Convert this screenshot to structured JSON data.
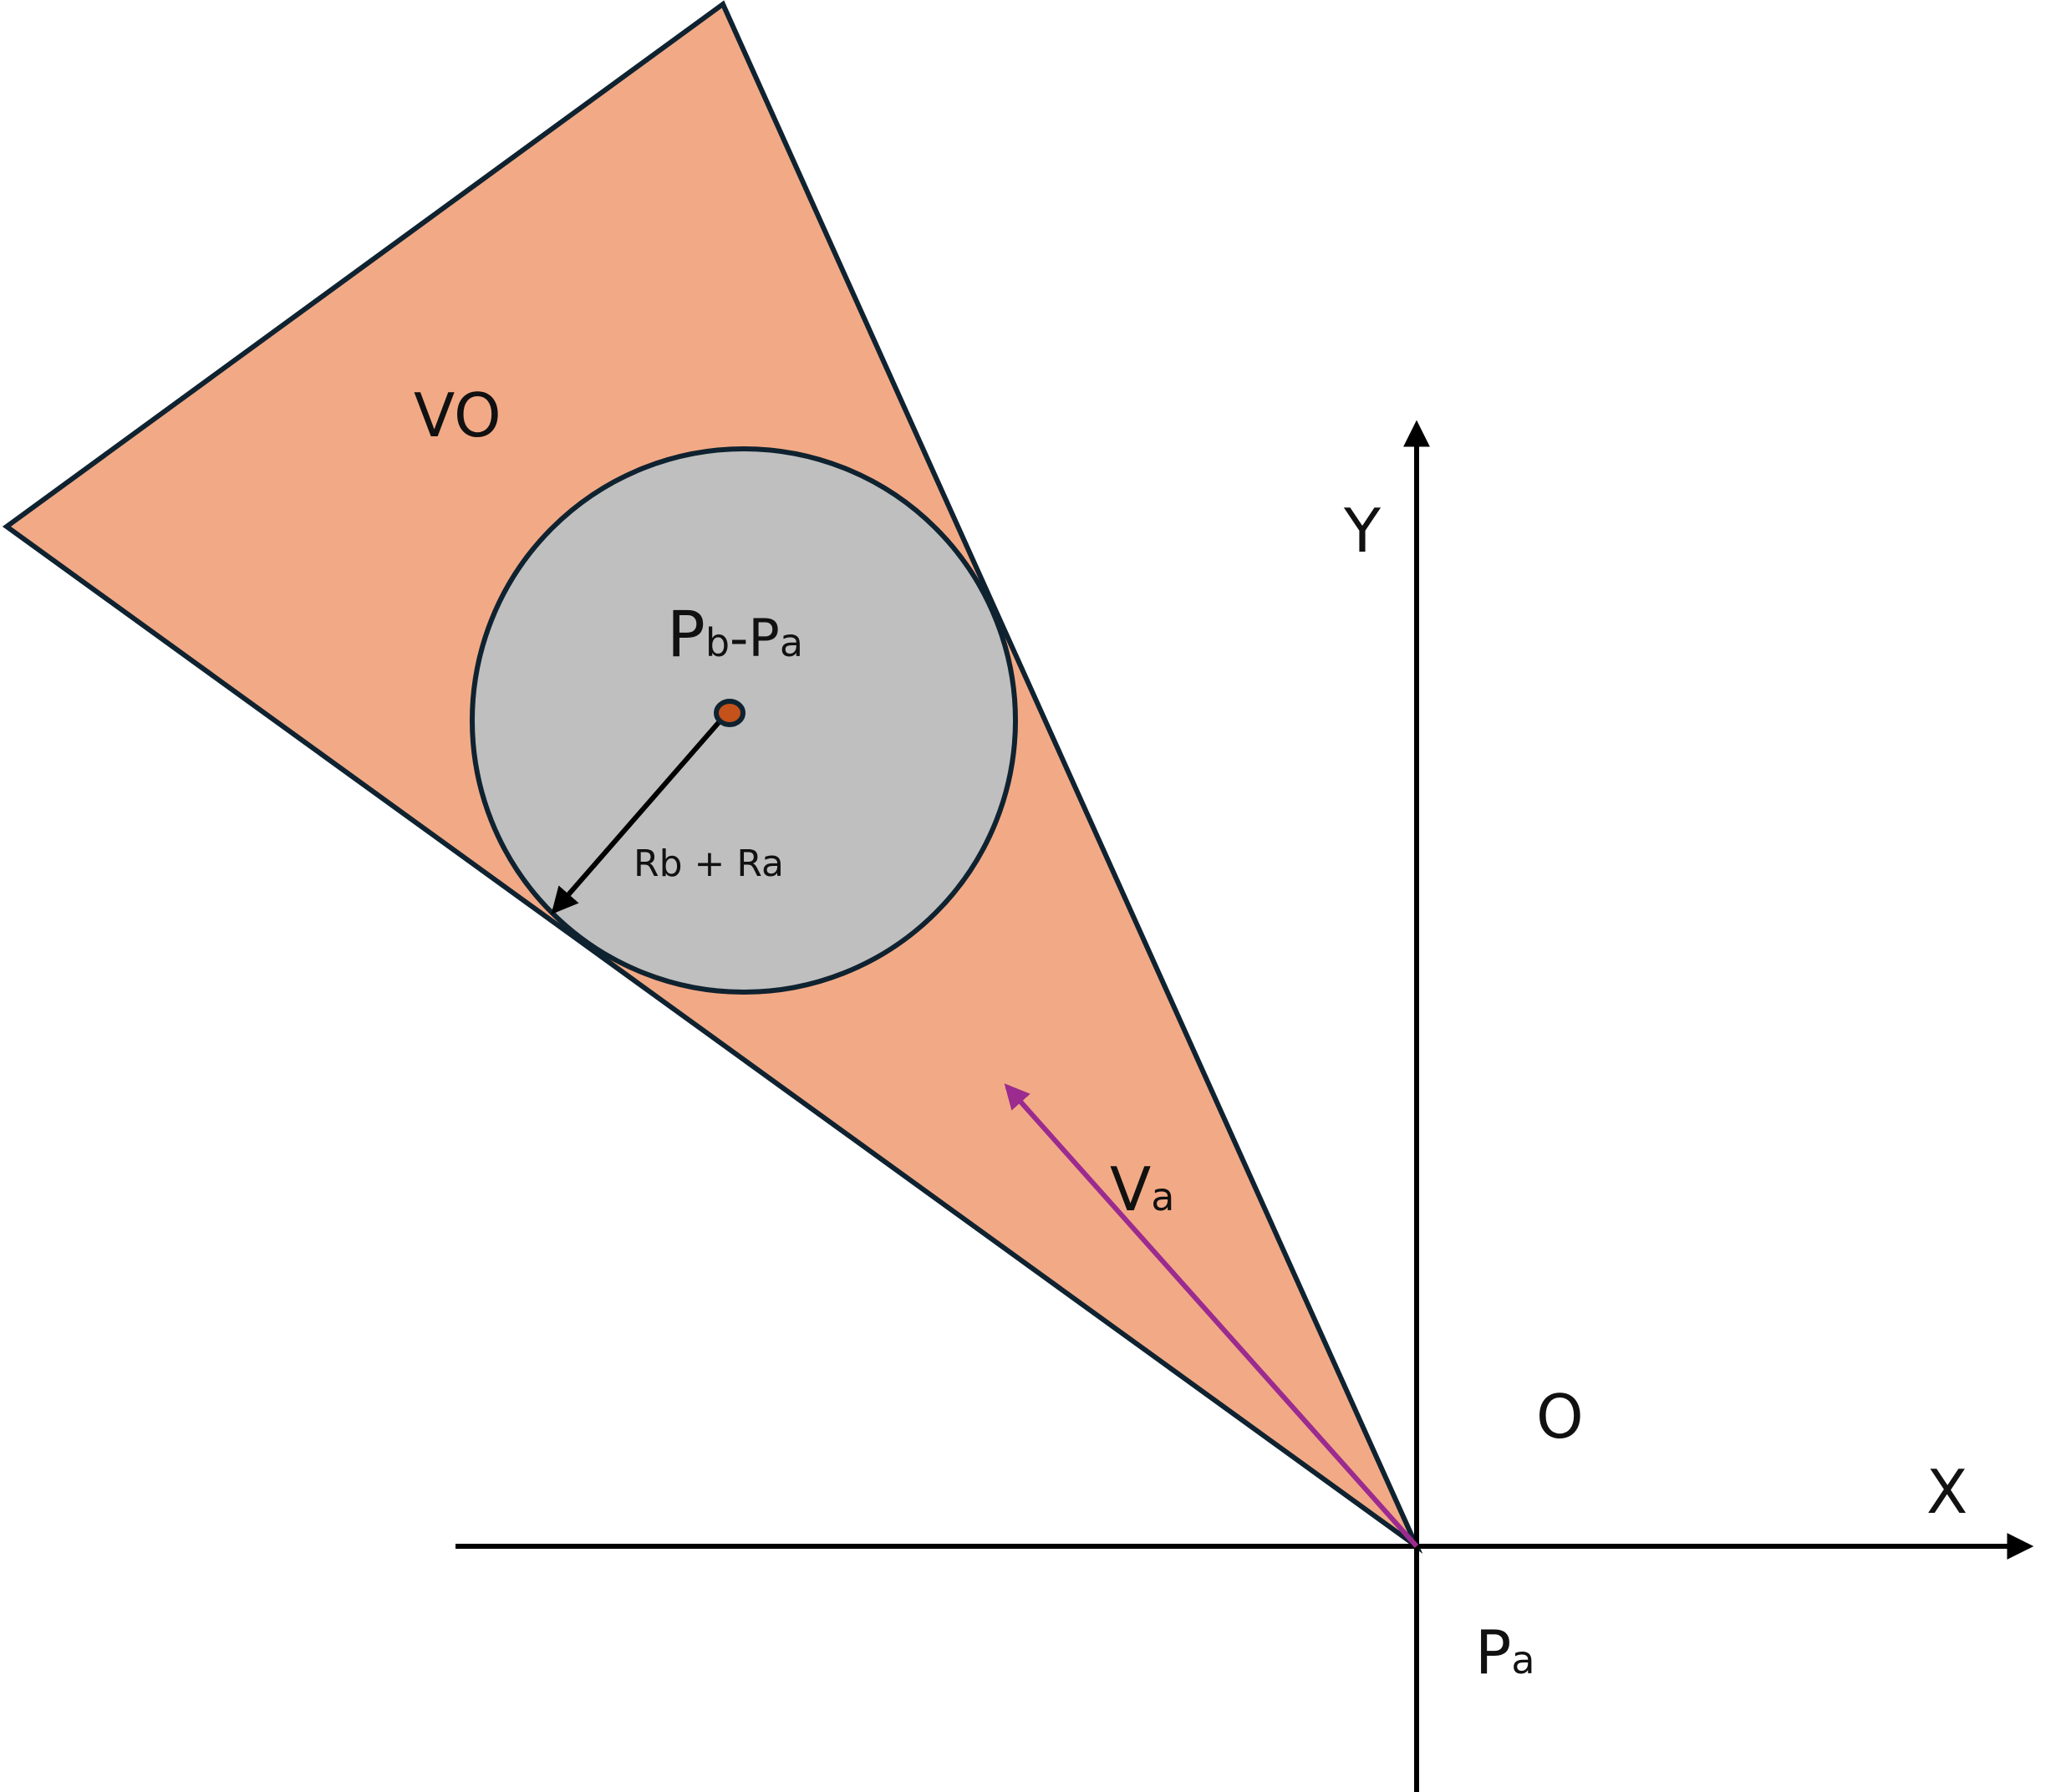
{
  "labels": {
    "vo": "VO",
    "y_axis": "Y",
    "x_axis": "X",
    "origin": "O",
    "pb_main": "P",
    "pb_sub": "b",
    "pb_dash": "-P",
    "pb_sub2": "a",
    "radius": "Rb + Ra",
    "va_main": "V",
    "va_sub": "a",
    "pa_main": "P",
    "pa_sub": "a"
  },
  "colors": {
    "cone_fill": "#f2aa86",
    "cone_stroke": "#0f2230",
    "circle_fill": "#bfbfbf",
    "center_dot": "#c4521a",
    "velocity_arrow": "#9b2b8f",
    "axis": "#000000"
  }
}
